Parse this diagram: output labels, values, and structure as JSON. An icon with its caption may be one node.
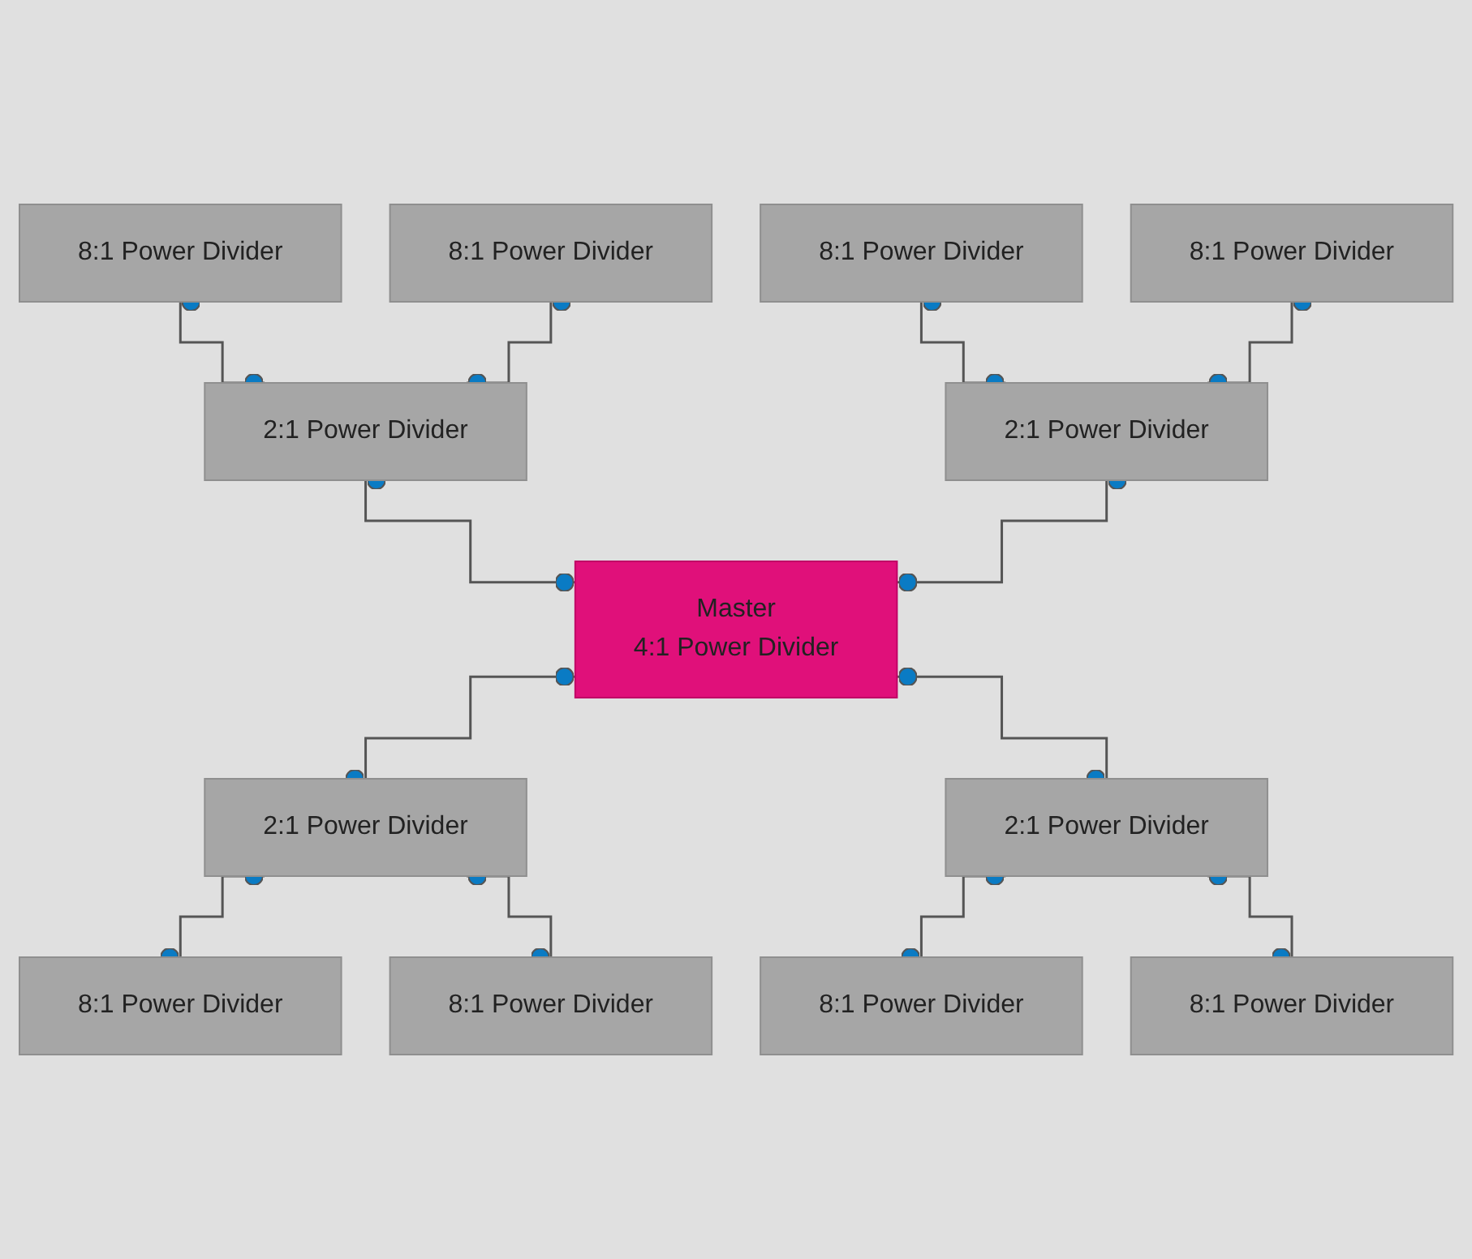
{
  "diagram": {
    "nodes": [
      {
        "text": [
          "8:1 Power Divider"
        ]
      },
      {
        "text": [
          "8:1 Power Divider"
        ]
      },
      {
        "text": [
          "8:1 Power Divider"
        ]
      },
      {
        "text": [
          "8:1 Power Divider"
        ]
      },
      {
        "text": [
          "2:1 Power Divider"
        ]
      },
      {
        "text": [
          "2:1 Power Divider"
        ]
      },
      {
        "text": [
          "Master",
          "4:1 Power Divider"
        ]
      },
      {
        "text": [
          "2:1 Power Divider"
        ]
      },
      {
        "text": [
          "2:1 Power Divider"
        ]
      },
      {
        "text": [
          "8:1 Power Divider"
        ]
      },
      {
        "text": [
          "8:1 Power Divider"
        ]
      },
      {
        "text": [
          "8:1 Power Divider"
        ]
      },
      {
        "text": [
          "8:1 Power Divider"
        ]
      }
    ],
    "edges": [
      {
        "from": 0,
        "to": 4,
        "arrow": "other"
      },
      {
        "from": 1,
        "to": 4,
        "arrow": "other"
      },
      {
        "from": 2,
        "to": 5,
        "arrow": "other"
      },
      {
        "from": 3,
        "to": 5,
        "arrow": "other"
      },
      {
        "from": 4,
        "to": 6,
        "arrow": "other"
      },
      {
        "from": 5,
        "to": 6,
        "arrow": "other"
      },
      {
        "from": 6,
        "to": 7,
        "arrow": "other"
      },
      {
        "from": 6,
        "to": 8,
        "arrow": "other"
      },
      {
        "from": 7,
        "to": 9,
        "arrow": "other"
      },
      {
        "from": 7,
        "to": 10,
        "arrow": "other"
      },
      {
        "from": 8,
        "to": 11,
        "arrow": "other"
      },
      {
        "from": 8,
        "to": 12,
        "arrow": "other"
      }
    ]
  }
}
